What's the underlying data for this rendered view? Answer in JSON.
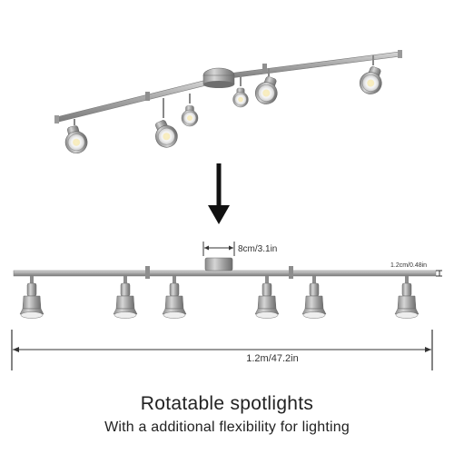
{
  "annotations": {
    "base_width": "8cm/3.1in",
    "bar_height": "1.2cm/0.48in",
    "total_length": "1.2m/47.2in"
  },
  "caption": {
    "title": "Rotatable spotlights",
    "subtitle": "With a additional flexibility for lighting"
  }
}
